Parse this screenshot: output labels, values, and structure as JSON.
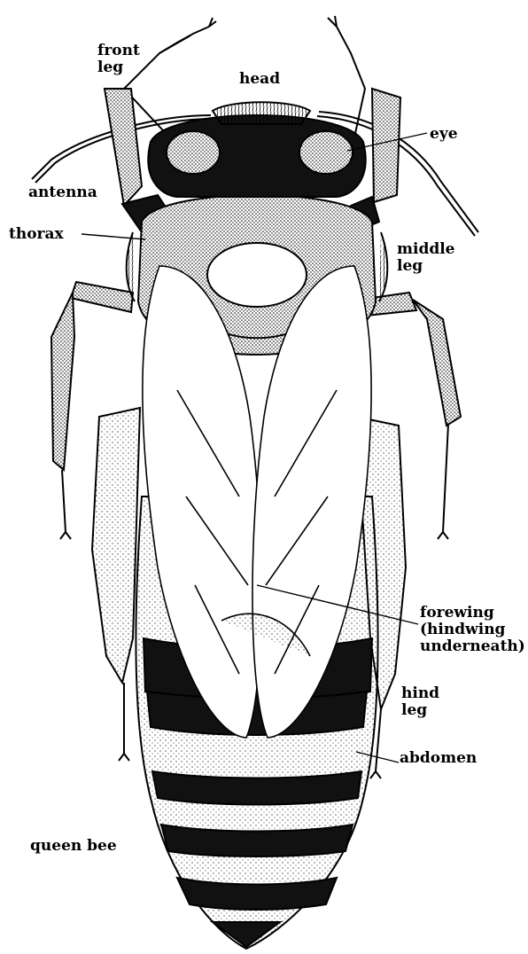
{
  "diagram": {
    "caption": "queen bee",
    "labels": {
      "front_leg": [
        "front",
        "leg"
      ],
      "head": "head",
      "eye": "eye",
      "antenna": "antenna",
      "thorax": "thorax",
      "middle_leg": [
        "middle",
        "leg"
      ],
      "forewing": [
        "forewing",
        "(hindwing",
        "underneath)"
      ],
      "hind_leg": [
        "hind",
        "leg"
      ],
      "abdomen": "abdomen"
    },
    "colors": {
      "ink": "#000000",
      "paper": "#ffffff"
    }
  }
}
